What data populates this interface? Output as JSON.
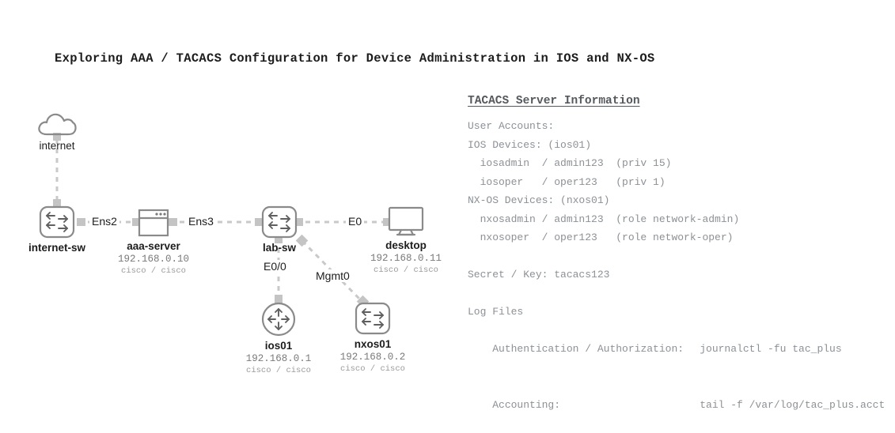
{
  "title": "Exploring AAA / TACACS Configuration for Device Administration in IOS and NX-OS",
  "colors": {
    "text_dark": "#1d1d1d",
    "text_gray": "#7a7a7a",
    "text_light_gray": "#9b9b9b",
    "panel_text": "#8c9196",
    "panel_heading": "#555a5e",
    "line": "#c9c9c9",
    "icon_stroke": "#8a8a8a",
    "port": "#c4c4c4"
  },
  "diagram": {
    "nodes": [
      {
        "id": "internet",
        "icon": "cloud-icon",
        "name": "internet",
        "ip": "",
        "cred": ""
      },
      {
        "id": "internet-sw",
        "icon": "switch-icon",
        "name": "internet-sw",
        "ip": "",
        "cred": ""
      },
      {
        "id": "aaa-server",
        "icon": "server-icon",
        "name": "aaa-server",
        "ip": "192.168.0.10",
        "cred": "cisco / cisco"
      },
      {
        "id": "lab-sw",
        "icon": "switch-icon",
        "name": "lab-sw",
        "ip": "",
        "cred": ""
      },
      {
        "id": "desktop",
        "icon": "desktop-icon",
        "name": "desktop",
        "ip": "192.168.0.11",
        "cred": "cisco / cisco"
      },
      {
        "id": "ios01",
        "icon": "router-icon",
        "name": "ios01",
        "ip": "192.168.0.1",
        "cred": "cisco / cisco"
      },
      {
        "id": "nxos01",
        "icon": "switch-icon",
        "name": "nxos01",
        "ip": "192.168.0.2",
        "cred": "cisco / cisco"
      }
    ],
    "links": [
      {
        "from": "internet",
        "to": "internet-sw",
        "label": ""
      },
      {
        "from": "internet-sw",
        "to": "aaa-server",
        "label": "Ens2"
      },
      {
        "from": "aaa-server",
        "to": "lab-sw",
        "label": "Ens3"
      },
      {
        "from": "lab-sw",
        "to": "desktop",
        "label": "E0"
      },
      {
        "from": "lab-sw",
        "to": "ios01",
        "label": "E0/0"
      },
      {
        "from": "lab-sw",
        "to": "nxos01",
        "label": "Mgmt0"
      }
    ]
  },
  "info": {
    "heading": "TACACS Server Information",
    "lines": [
      "User Accounts:",
      "IOS Devices: (ios01)",
      "  iosadmin  / admin123  (priv 15)",
      "  iosoper   / oper123   (priv 1)",
      "NX-OS Devices: (nxos01)",
      "  nxosadmin / admin123  (role network-admin)",
      "  nxosoper  / oper123   (role network-oper)",
      "",
      "Secret / Key: tacacs123",
      "",
      "Log Files"
    ],
    "log_rows": [
      {
        "label": "Authentication / Authorization:",
        "value": "journalctl -fu tac_plus"
      },
      {
        "label": "Accounting:",
        "value": "tail -f /var/log/tac_plus.acct"
      }
    ]
  }
}
